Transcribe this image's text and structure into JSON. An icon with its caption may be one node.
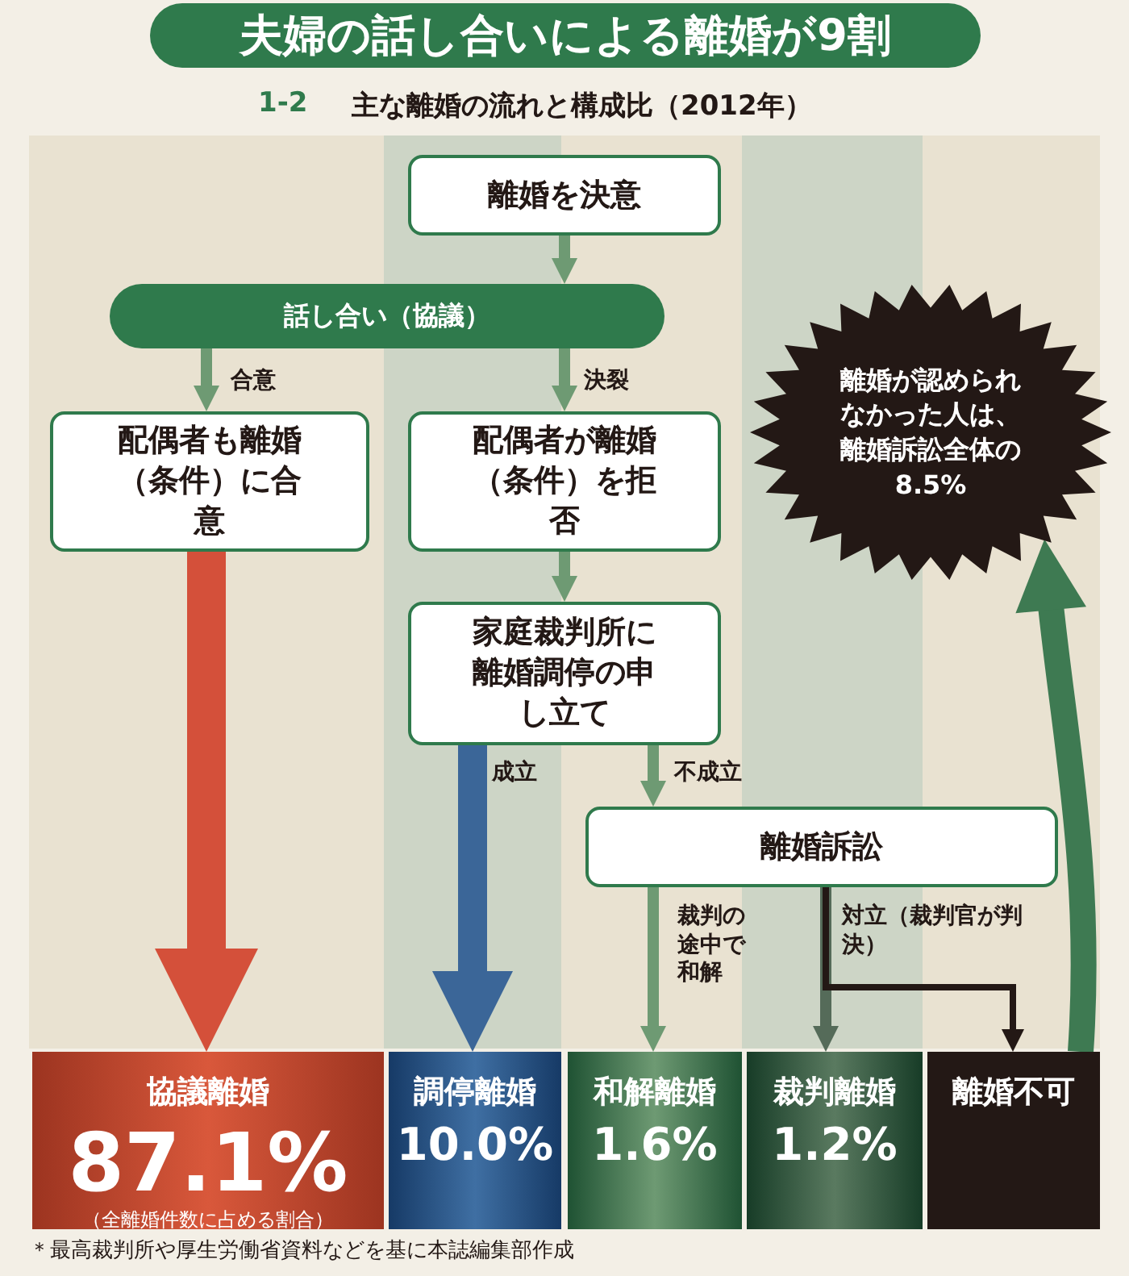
{
  "diagram": {
    "title": "夫婦の話し合いによる離婚が9割",
    "caption": "＊最高裁判所や厚生労働省資料などを基に本誌編集部作成",
    "labels": [
      "1-2",
      "主な離婚の流れと構成比（2012年）"
    ],
    "nodes": [
      {
        "text": [
          "離婚を決意"
        ]
      },
      {
        "text": [
          "話し合い（協議）"
        ]
      },
      {
        "text": [
          "配偶者も離婚（条件）に合意"
        ]
      },
      {
        "text": [
          "配偶者が離婚（条件）を拒否"
        ]
      },
      {
        "text": [
          "家庭裁判所に離婚調停の申し立て"
        ]
      },
      {
        "text": [
          "離婚訴訟"
        ]
      },
      {
        "text": [
          "協議離婚",
          "87.1%",
          "（全離婚件数に占める割合）"
        ]
      },
      {
        "text": [
          "調停離婚",
          "10.0%"
        ]
      },
      {
        "text": [
          "和解離婚",
          "1.6%"
        ]
      },
      {
        "text": [
          "裁判離婚",
          "1.2%"
        ]
      },
      {
        "text": [
          "離婚不可"
        ]
      },
      {
        "text": [
          "離婚が認められなかった人は、離婚訴訟全体の**8.5%**"
        ]
      }
    ],
    "edges": [
      {
        "from": 0,
        "to": 1,
        "arrow": "to"
      },
      {
        "from": 1,
        "to": 2,
        "arrow": "to",
        "label": "合意"
      },
      {
        "from": 1,
        "to": 3,
        "arrow": "to",
        "label": "決裂"
      },
      {
        "from": 3,
        "to": 4,
        "arrow": "to"
      },
      {
        "from": 2,
        "to": 6,
        "arrow": "to",
        "style": "thick",
        "color": "#d4503a"
      },
      {
        "from": 4,
        "to": 7,
        "arrow": "to",
        "label": "成立",
        "style": "thick",
        "color": "#3b6698"
      },
      {
        "from": 4,
        "to": 5,
        "arrow": "to",
        "label": "不成立"
      },
      {
        "from": 5,
        "to": 8,
        "arrow": "to",
        "label": "裁判の途中で和解"
      },
      {
        "from": 5,
        "to": 9,
        "arrow": "to",
        "label": "対立（裁判官が判決）",
        "color": "#556b59"
      },
      {
        "from": 5,
        "to": 10,
        "arrow": "to",
        "color": "#231815"
      },
      {
        "from": 10,
        "to": 11,
        "arrow": "to",
        "style": "thick",
        "color": "#3e7a52"
      }
    ]
  }
}
